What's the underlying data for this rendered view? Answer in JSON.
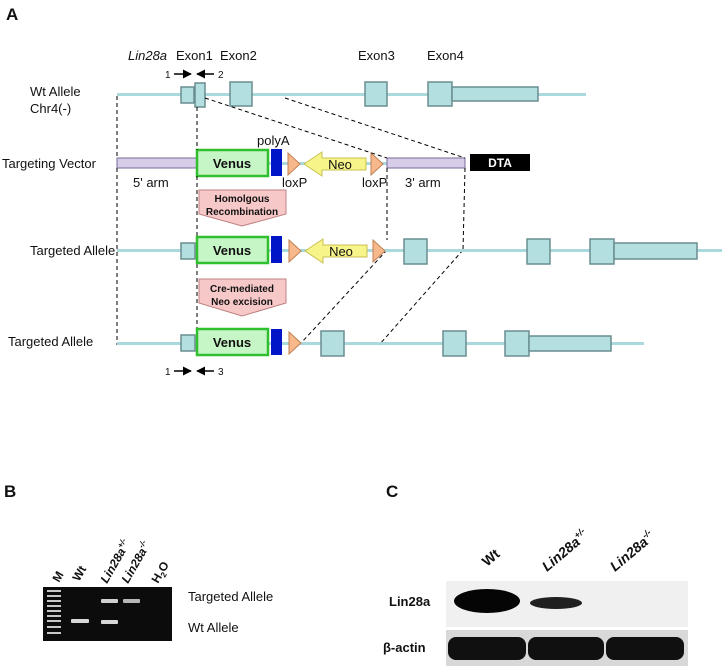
{
  "panels": {
    "a": "A",
    "b": "B",
    "c": "C"
  },
  "gene": {
    "name": "Lin28a",
    "exon1": "Exon1",
    "exon2": "Exon2",
    "exon3": "Exon3",
    "exon4": "Exon4"
  },
  "rows": {
    "wt_line1": "Wt Allele",
    "wt_line2": "Chr4(-)",
    "vector": "Targeting Vector",
    "targeted1": "Targeted Allele",
    "targeted2": "Targeted Allele"
  },
  "elements": {
    "polyA": "polyA",
    "venus": "Venus",
    "neo": "Neo",
    "loxP": "loxP",
    "arm5": "5' arm",
    "arm3": "3' arm",
    "dta": "DTA"
  },
  "steps": {
    "hr_line1": "Homolgous",
    "hr_line2": "Recombination",
    "cre_line1": "Cre-mediated",
    "cre_line2": "Neo excision"
  },
  "primers": {
    "p1": "1",
    "p2": "2",
    "p3": "3"
  },
  "gel": {
    "lanes": [
      {
        "base": "M",
        "sup": "",
        "sub": "",
        "rest": ""
      },
      {
        "base": "Wt",
        "sup": "",
        "sub": "",
        "rest": ""
      },
      {
        "base": "Lin28a",
        "sup": "+/-",
        "sub": "",
        "rest": ""
      },
      {
        "base": "Lin28a",
        "sup": "-/-",
        "sub": "",
        "rest": ""
      },
      {
        "base": "H",
        "sup": "",
        "sub": "2",
        "rest": "O"
      }
    ],
    "band_labels": [
      "Targeted Allele",
      "Wt Allele"
    ]
  },
  "western": {
    "lanes": [
      {
        "base": "Wt",
        "sup": ""
      },
      {
        "base": "Lin28a",
        "sup": "+/-"
      },
      {
        "base": "Lin28a",
        "sup": "-/-"
      }
    ],
    "rows": [
      "Lin28a",
      "β-actin"
    ],
    "lin28a_intensity": [
      1.0,
      0.5,
      0.0
    ],
    "actin_intensity": [
      1.0,
      1.0,
      1.0
    ]
  },
  "colors": {
    "chromosome": "#a9d9dd",
    "exon": "#b3dfe0",
    "exon_border": "#6a8e90",
    "arm": "#d8cde8",
    "venus_fill": "#c6f5c6",
    "venus_border": "#2fbf2f",
    "polyA": "#0014c8",
    "neo": "#f7f48a",
    "loxp": "#f7b88c",
    "dta": "#000000",
    "arrow_box": "#f7c8c8"
  }
}
